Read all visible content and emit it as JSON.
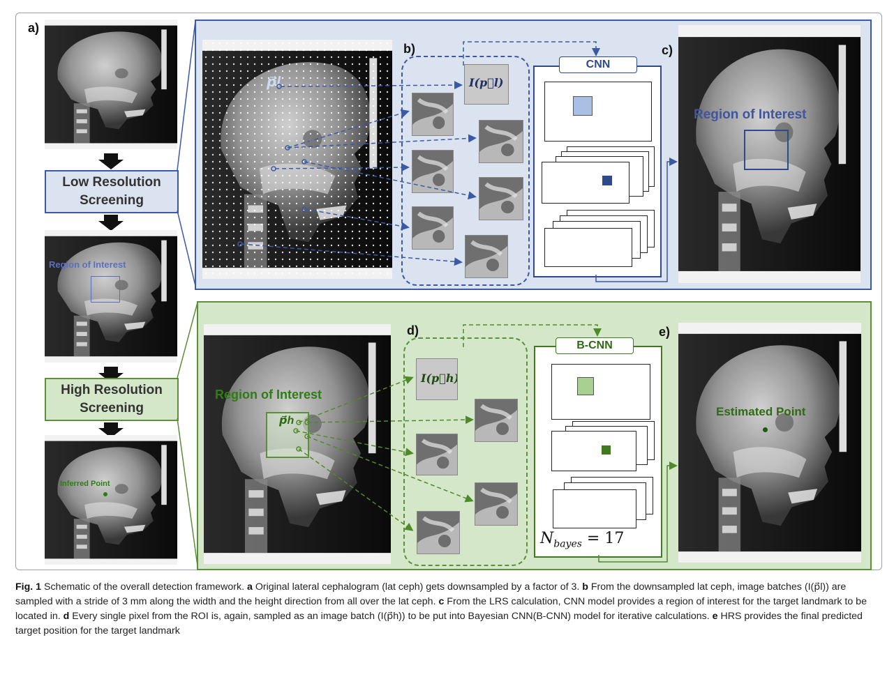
{
  "panels": {
    "a": "a)",
    "b": "b)",
    "c": "c)",
    "d": "d)",
    "e": "e)"
  },
  "stages": {
    "lrs": "Low Resolution Screening",
    "hrs": "High Resolution Screening"
  },
  "labels": {
    "roi_small": "Region of Interest",
    "inferred": "Inferred Point",
    "roi_c": "Region of Interest",
    "roi_d": "Region of Interest",
    "estimated": "Estimated Point",
    "cnn": "CNN",
    "bcnn": "B-CNN",
    "p_l": "p⃗l",
    "p_h": "p⃗h",
    "I_pl": "I(p⃗l)",
    "I_ph": "I(p⃗h)",
    "nbayes": "N",
    "nbayes_sub": "bayes",
    "nbayes_val": " = 17"
  },
  "colors": {
    "blue_fill": "#dbe3f0",
    "blue_line": "#3a5aa8",
    "blue_text": "#3f55a0",
    "green_fill": "#d4e8c9",
    "green_line": "#5b8f3a",
    "green_text": "#2e6b12"
  },
  "caption": {
    "fig": "Fig. 1",
    "intro": " Schematic of the overall detection framework. ",
    "a_key": "a",
    "a_text": " Original lateral cephalogram (lat ceph) gets downsampled by a factor of 3. ",
    "b_key": "b",
    "b_text": " From the downsampled lat ceph, image batches (I(p⃗l)) are sampled with a stride of 3 mm along the width and the height direction from all over the lat ceph. ",
    "c_key": "c",
    "c_text": " From the LRS calculation, CNN model provides a region of interest for the target landmark to be located in. ",
    "d_key": "d",
    "d_text": " Every single pixel from the ROI is, again, sampled as an image batch (I(p⃗h)) to be put into Bayesian CNN(B-CNN) model for iterative calculations. ",
    "e_key": "e",
    "e_text": " HRS provides the final predicted target position for the target landmark"
  }
}
